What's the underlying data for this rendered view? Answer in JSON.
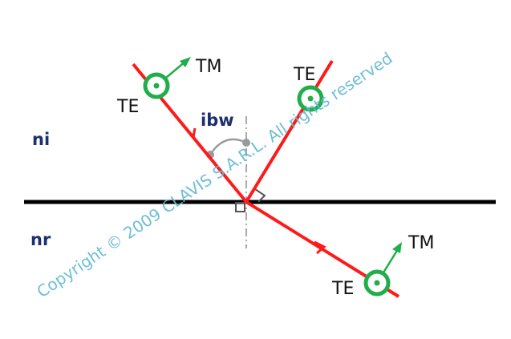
{
  "labels": {
    "incident_te": "TE",
    "incident_tm": "TM",
    "reflected_te": "TE",
    "refracted_te": "TE",
    "refracted_tm": "TM",
    "angle_ibw": "ibw",
    "medium_incident": "ni",
    "medium_refracted": "nr"
  },
  "watermark": {
    "text": "Copyright © 2009 CLAVIS S.A.R.L. All rights reserved"
  },
  "colors": {
    "ray": "#ff1a1a",
    "polarization_marker": "#1fae4b",
    "interface": "#000000",
    "normal": "#a8a8a8",
    "angle_arc": "#9a9a9a",
    "medium_label": "#1c2f6e",
    "watermark": "#5fb7d2"
  }
}
